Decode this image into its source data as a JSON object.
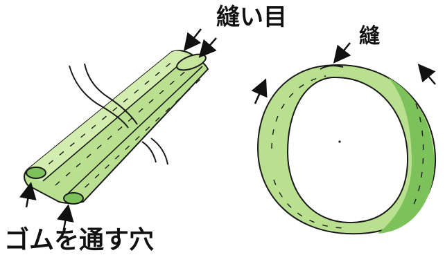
{
  "labels": {
    "seam_lines": "縫い目",
    "seam_ring": "縫",
    "elastic_hole": "ゴムを通す穴"
  },
  "colors": {
    "fabric_light": "#cfe9a8",
    "fabric_mid": "#a9d97a",
    "fabric_dark": "#7cc15a",
    "outline": "#1a1a1a",
    "background": "#ffffff"
  },
  "parts": [
    {
      "name": "folded-fabric-band",
      "description_visible": false
    },
    {
      "name": "elastic-cord",
      "description_visible": false
    },
    {
      "name": "fabric-ring",
      "description_visible": false
    }
  ]
}
